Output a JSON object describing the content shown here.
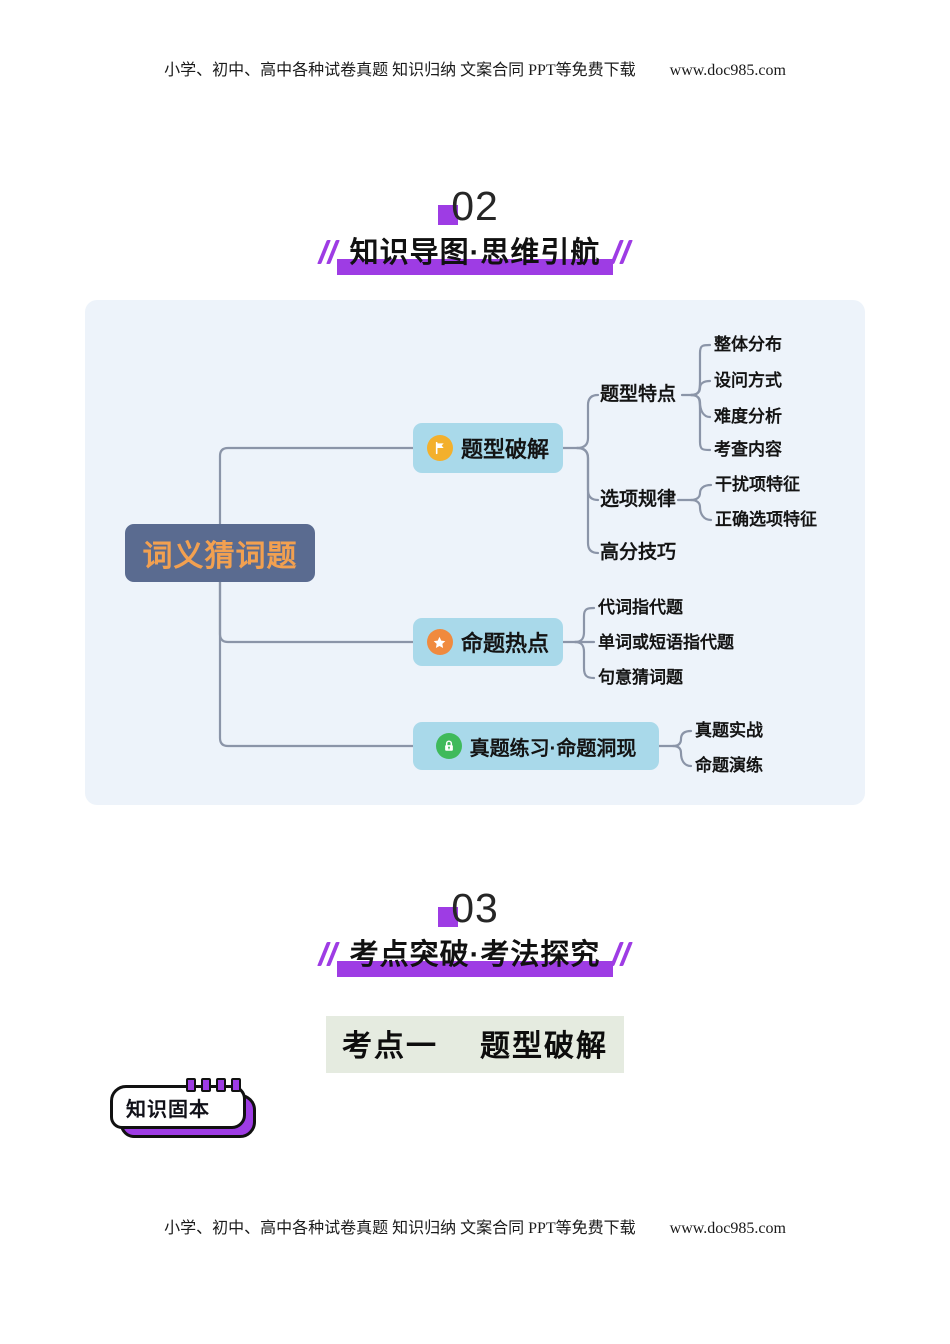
{
  "header": {
    "text": "小学、初中、高中各种试卷真题 知识归纳 文案合同 PPT等免费下载",
    "url": "www.doc985.com"
  },
  "footer": {
    "text": "小学、初中、高中各种试卷真题 知识归纳 文案合同 PPT等免费下载",
    "url": "www.doc985.com"
  },
  "sections": {
    "s02": {
      "number": "02",
      "title": "知识导图·思维引航"
    },
    "s03": {
      "number": "03",
      "title": "考点突破·考法探究"
    }
  },
  "mindmap": {
    "root": "词义猜词题",
    "branches": [
      {
        "label": "题型破解",
        "icon": "flag-icon",
        "children": [
          {
            "label": "题型特点",
            "children": [
              "整体分布",
              "设问方式",
              "难度分析",
              "考查内容"
            ]
          },
          {
            "label": "选项规律",
            "children": [
              "干扰项特征",
              "正确选项特征"
            ]
          },
          {
            "label": "高分技巧",
            "children": []
          }
        ]
      },
      {
        "label": "命题热点",
        "icon": "star-icon",
        "children": [
          "代词指代题",
          "单词或短语指代题",
          "句意猜词题"
        ]
      },
      {
        "label": "真题练习·命题洞现",
        "icon": "lock-icon",
        "children": [
          "真题实战",
          "命题演练"
        ]
      }
    ]
  },
  "exam_point": {
    "label": "考点一",
    "title": "题型破解"
  },
  "badge": {
    "label": "知识固本"
  },
  "colors": {
    "accent_purple": "#9e3ce4",
    "panel_bg": "#edf3fa",
    "root_node_bg": "#5a6b90",
    "root_node_text": "#f2a050",
    "branch_node_bg": "#a9d9ea",
    "flag_icon_bg": "#f3b02c",
    "star_icon_bg": "#f08a3e",
    "lock_icon_bg": "#3fba5b",
    "connector_line": "#8b95a8",
    "exam_heading_bg": "#e5ebe0"
  }
}
